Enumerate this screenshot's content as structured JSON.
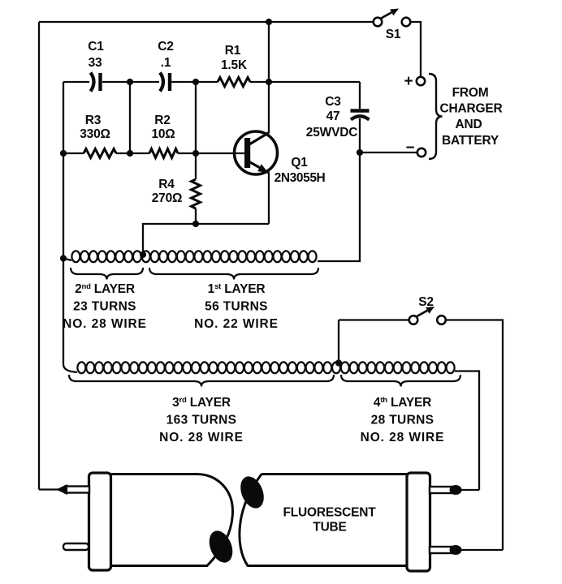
{
  "figure": {
    "type": "schematic-circuit-diagram",
    "description": "One-transistor inverter driving a fluorescent tube from a battery"
  },
  "components": {
    "c1": {
      "ref": "C1",
      "value": "33"
    },
    "c2": {
      "ref": "C2",
      "value": ".1"
    },
    "r1": {
      "ref": "R1",
      "value": "1.5K"
    },
    "r3": {
      "ref": "R3",
      "value": "330Ω"
    },
    "r2": {
      "ref": "R2",
      "value": "10Ω"
    },
    "r4": {
      "ref": "R4",
      "value": "270Ω"
    },
    "c3": {
      "ref": "C3",
      "value": "47",
      "rating": "25WVDC"
    },
    "q1": {
      "ref": "Q1",
      "part": "2N3055H"
    },
    "s1": {
      "ref": "S1"
    },
    "s2": {
      "ref": "S2"
    }
  },
  "source": {
    "plus": "+",
    "minus": "−",
    "lines": [
      "FROM",
      "CHARGER",
      "AND",
      "BATTERY"
    ]
  },
  "windings": [
    {
      "ord": "2",
      "ord_suffix": "nd",
      "layer_word": " LAYER",
      "turns": "23 TURNS",
      "wire": "NO. 28 WIRE"
    },
    {
      "ord": "1",
      "ord_suffix": "st",
      "layer_word": " LAYER",
      "turns": "56 TURNS",
      "wire": "NO. 22 WIRE"
    },
    {
      "ord": "3",
      "ord_suffix": "rd",
      "layer_word": " LAYER",
      "turns": "163 TURNS",
      "wire": "NO. 28 WIRE"
    },
    {
      "ord": "4",
      "ord_suffix": "th",
      "layer_word": " LAYER",
      "turns": "28 TURNS",
      "wire": "NO. 28 WIRE"
    }
  ],
  "tube": {
    "lines": [
      "FLUORESCENT",
      "TUBE"
    ]
  },
  "colors": {
    "ink": "#0a0a0a",
    "background": "#ffffff"
  }
}
